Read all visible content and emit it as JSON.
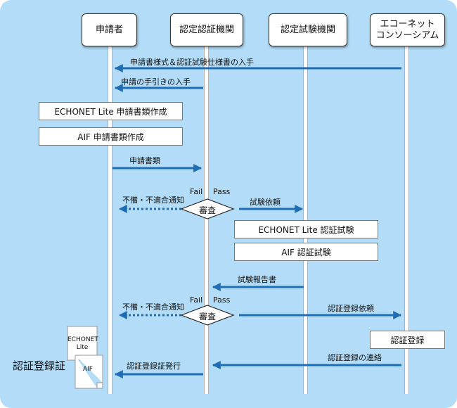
{
  "actors": {
    "applicant": "申請者",
    "cert_body": "認定認証機関",
    "test_body": "認定試験機関",
    "consortium": "エコーネット\nコンソーシアム"
  },
  "messages": {
    "m1": "申請書様式＆認証試験仕様書の入手",
    "m2": "申請の手引きの入手",
    "m3": "申請書類",
    "m4": "試験依頼",
    "m5": "試験報告書",
    "m6": "認証登録依頼",
    "m7": "認証登録の連絡",
    "m8": "認証登録証発行",
    "reject1": "不備・不適合通知",
    "reject2": "不備・不適合通知"
  },
  "boxes": {
    "echonet_docs": "ECHONET Lite 申請書類作成",
    "aif_docs": "AIF 申請書類作成",
    "echonet_test": "ECHONET Lite 認証試験",
    "aif_test": "AIF 認証試験",
    "registration": "認証登録"
  },
  "decisions": {
    "review1": "審査",
    "review2": "審査",
    "fail1": "Fail",
    "pass1": "Pass",
    "fail2": "Fail",
    "pass2": "Pass"
  },
  "certificate": {
    "title": "認証登録証",
    "doc1": "ECHONET\nLite",
    "doc2": "AIF"
  },
  "colors": {
    "background": "#b2dcf7",
    "arrow": "#1f6db5"
  }
}
